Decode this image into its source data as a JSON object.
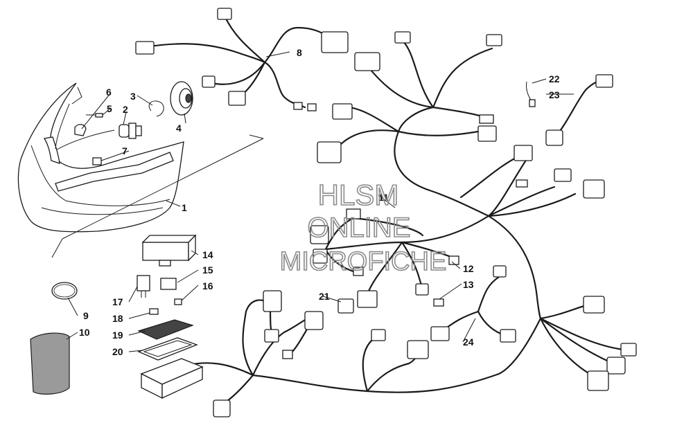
{
  "diagram": {
    "callouts": [
      "1",
      "2",
      "3",
      "4",
      "5",
      "6",
      "7",
      "8",
      "9",
      "10",
      "11",
      "12",
      "13",
      "14",
      "15",
      "16",
      "17",
      "18",
      "19",
      "20",
      "21",
      "22",
      "23",
      "24"
    ],
    "watermark": [
      "HLSM",
      "ONLINE",
      "MICROFICHE"
    ]
  }
}
